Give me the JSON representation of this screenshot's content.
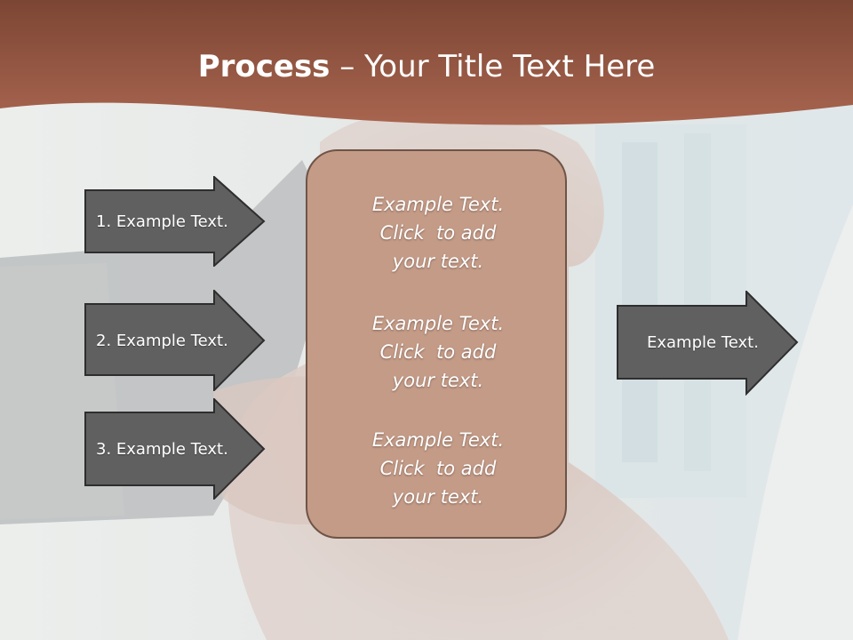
{
  "title": {
    "bold": "Process",
    "rest": " – Your Title Text Here"
  },
  "input_arrows": [
    {
      "label": "1. Example Text."
    },
    {
      "label": "2. Example Text."
    },
    {
      "label": "3. Example Text."
    }
  ],
  "center_box": {
    "paragraphs": [
      {
        "line1": "Example Text.",
        "line2": "Click  to add",
        "line3": "your text."
      },
      {
        "line1": "Example Text.",
        "line2": "Click  to add",
        "line3": "your text."
      },
      {
        "line1": "Example Text.",
        "line2": "Click  to add",
        "line3": "your text."
      }
    ]
  },
  "output_arrow": {
    "label": "Example Text."
  },
  "colors": {
    "title_band": "#9a5a46",
    "arrow_fill": "#606060",
    "arrow_border": "#2e2e2e",
    "box_fill": "#c49b87",
    "box_border": "#6e5448"
  }
}
